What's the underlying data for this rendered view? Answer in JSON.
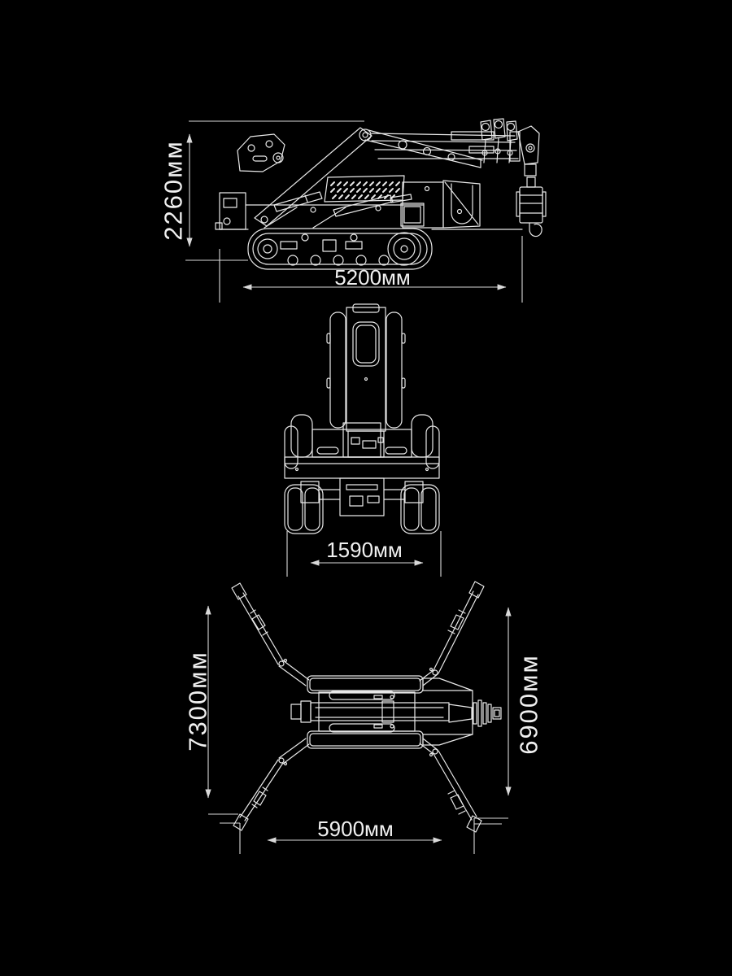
{
  "colors": {
    "background": "#000000",
    "line": "#e8e8e8",
    "dimension_line": "#d9d9d9",
    "text": "#f0f0f0"
  },
  "dimensions": {
    "side_height": "2260мм",
    "side_length": "5200мм",
    "front_width": "1590мм",
    "top_left_span": "7300мм",
    "top_right_span": "6900мм",
    "top_bottom_span": "5900мм"
  }
}
